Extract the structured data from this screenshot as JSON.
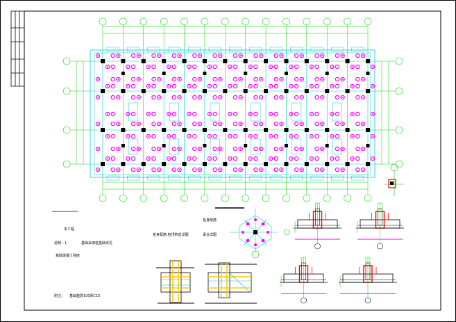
{
  "drawing": {
    "colors": {
      "background": "#ffffff",
      "frame": "#000000",
      "axis": "#00dd00",
      "grid": "#00cccc",
      "pile": "#ff00ff",
      "column": "#000000",
      "rebar": "#ff0000",
      "dimension": "#00cc00"
    },
    "grid_axes": {
      "vertical_count": 14,
      "horizontal_count": 4
    },
    "notes": [
      {
        "key": "n1",
        "text": "本工程"
      },
      {
        "key": "n2",
        "text": "说明：1"
      },
      {
        "key": "n3",
        "text": "基础采用桩基础详见"
      },
      {
        "key": "n4",
        "text": "基础混凝土强度"
      },
      {
        "key": "n5",
        "text": "附注："
      },
      {
        "key": "n6",
        "text": "基础垫层100厚C15"
      },
      {
        "key": "n7",
        "text": "桩身配筋"
      },
      {
        "key": "n8",
        "text": "承台详图"
      },
      {
        "key": "n9",
        "text": "桩身配筋 桩顶构造详图"
      }
    ]
  }
}
